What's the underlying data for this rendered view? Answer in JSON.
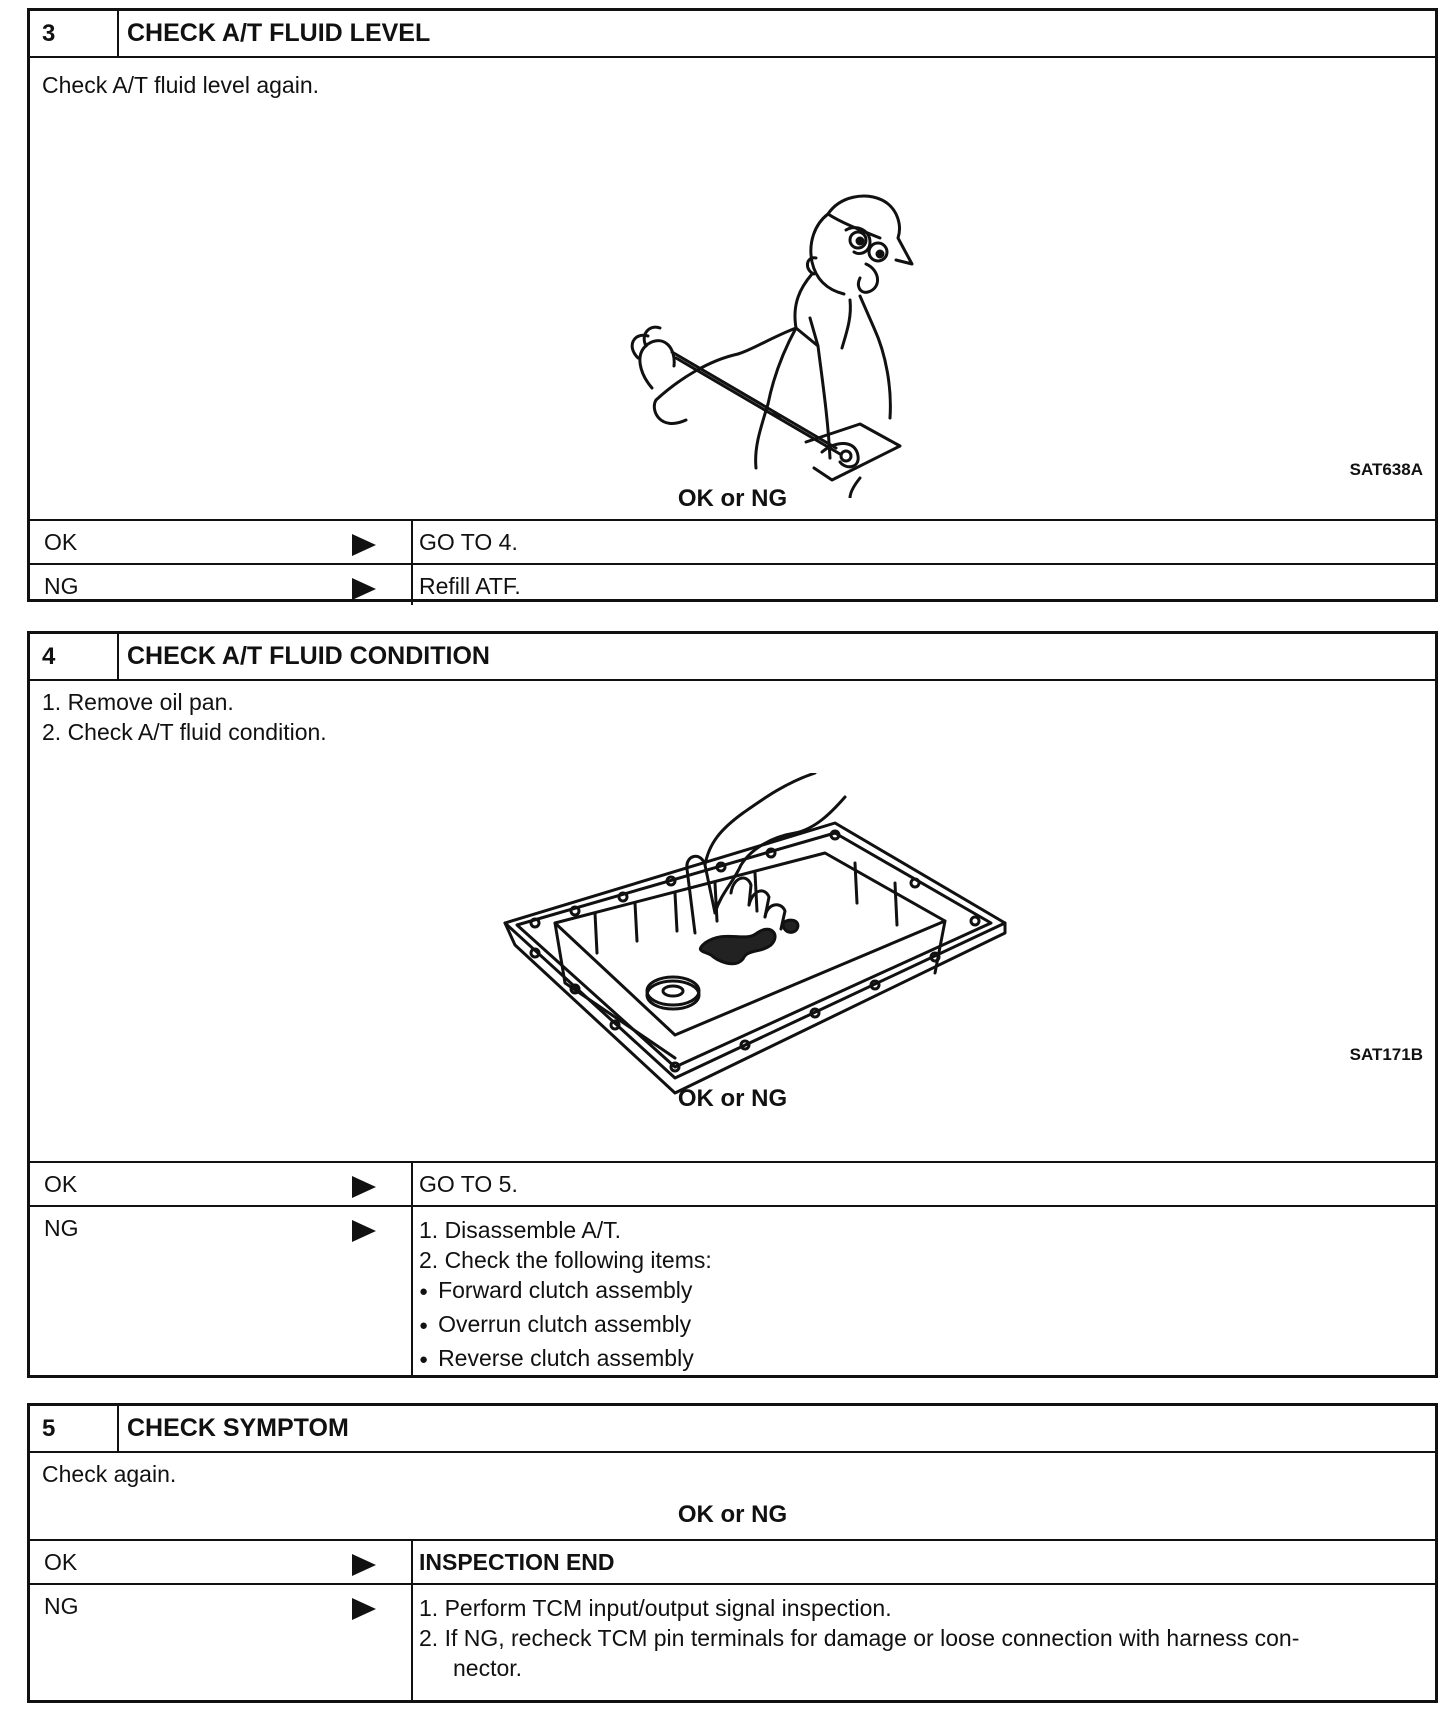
{
  "step3": {
    "num": "3",
    "title": "CHECK A/T FLUID LEVEL",
    "instruction": "Check A/T fluid level again.",
    "fig_code": "SAT638A",
    "ok_ng": "OK or NG",
    "ok_label": "OK",
    "ok_action": "GO TO 4.",
    "ng_label": "NG",
    "ng_action": "Refill ATF."
  },
  "step4": {
    "num": "4",
    "title": "CHECK A/T FLUID CONDITION",
    "instructions": [
      "1.  Remove oil pan.",
      "2.  Check A/T fluid condition."
    ],
    "fig_code": "SAT171B",
    "ok_ng": "OK or NG",
    "ok_label": "OK",
    "ok_action": "GO TO 5.",
    "ng_label": "NG",
    "ng_actions": [
      "1.  Disassemble A/T.",
      "2.  Check the following items:"
    ],
    "ng_bullets": [
      "Forward clutch assembly",
      "Overrun clutch assembly",
      "Reverse clutch assembly"
    ]
  },
  "step5": {
    "num": "5",
    "title": "CHECK SYMPTOM",
    "instruction": "Check again.",
    "ok_ng": "OK or NG",
    "ok_label": "OK",
    "ok_action": "INSPECTION END",
    "ng_label": "NG",
    "ng_actions": [
      "1.  Perform TCM input/output signal inspection.",
      "2.  If NG, recheck TCM pin terminals for damage or loose connection with harness con-"
    ],
    "ng_continuation": "nector."
  }
}
